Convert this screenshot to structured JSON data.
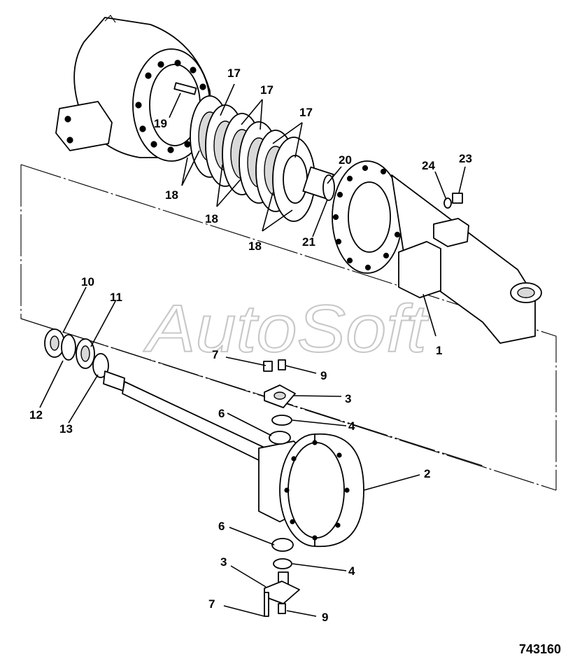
{
  "watermark": "AutoSoft",
  "figure_number": "743160",
  "callouts": [
    {
      "id": "c1",
      "text": "1"
    },
    {
      "id": "c2",
      "text": "2"
    },
    {
      "id": "c3a",
      "text": "3"
    },
    {
      "id": "c3b",
      "text": "3"
    },
    {
      "id": "c4a",
      "text": "4"
    },
    {
      "id": "c4b",
      "text": "4"
    },
    {
      "id": "c6a",
      "text": "6"
    },
    {
      "id": "c6b",
      "text": "6"
    },
    {
      "id": "c7a",
      "text": "7"
    },
    {
      "id": "c7b",
      "text": "7"
    },
    {
      "id": "c9a",
      "text": "9"
    },
    {
      "id": "c9b",
      "text": "9"
    },
    {
      "id": "c10",
      "text": "10"
    },
    {
      "id": "c11",
      "text": "11"
    },
    {
      "id": "c12",
      "text": "12"
    },
    {
      "id": "c13",
      "text": "13"
    },
    {
      "id": "c17a",
      "text": "17"
    },
    {
      "id": "c17b",
      "text": "17"
    },
    {
      "id": "c17c",
      "text": "17"
    },
    {
      "id": "c18a",
      "text": "18"
    },
    {
      "id": "c18b",
      "text": "18"
    },
    {
      "id": "c18c",
      "text": "18"
    },
    {
      "id": "c19",
      "text": "19"
    },
    {
      "id": "c20",
      "text": "20"
    },
    {
      "id": "c21",
      "text": "21"
    },
    {
      "id": "c23",
      "text": "23"
    },
    {
      "id": "c24",
      "text": "24"
    }
  ]
}
